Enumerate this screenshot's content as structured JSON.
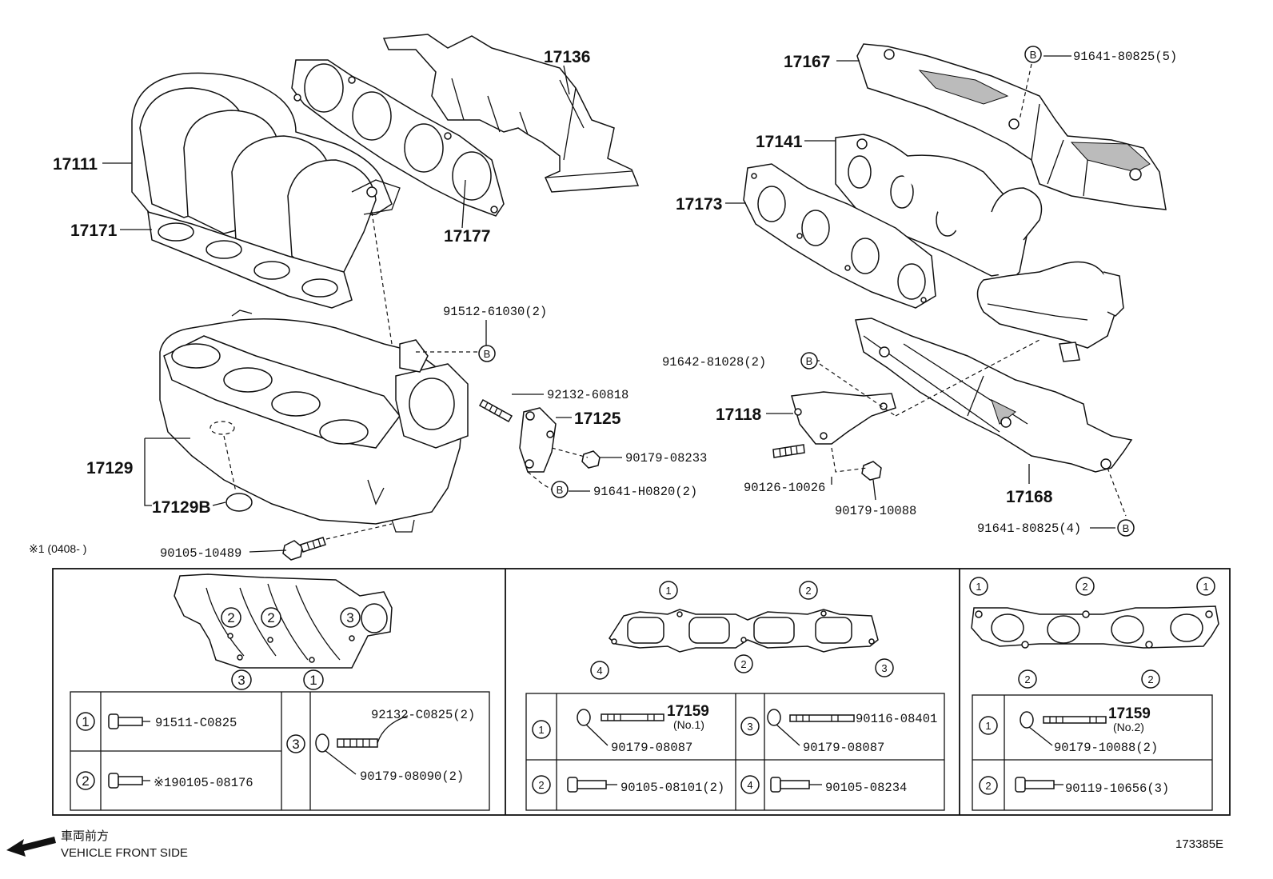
{
  "callouts": {
    "p17136": "17136",
    "p17111": "17111",
    "p17171": "17171",
    "p17177": "17177",
    "p17129": "17129",
    "p17129B": "17129B",
    "p17125": "17125",
    "p17167": "17167",
    "p17141": "17141",
    "p17173": "17173",
    "p17118": "17118",
    "p17168": "17168",
    "n91512": "91512-61030(2)",
    "n92132": "92132-60818",
    "n90179_08233": "90179-08233",
    "n91641_H0820": "91641-H0820(2)",
    "n90105_10489": "90105-10489",
    "n91641_80825_5": "91641-80825(5)",
    "n91642": "91642-81028(2)",
    "n90126": "90126-10026",
    "n90179_10088": "90179-10088",
    "n91641_80825_4": "91641-80825(4)",
    "note_x1": "※1 (0408-    )",
    "b": "B"
  },
  "box1": {
    "labels": [
      "2",
      "2",
      "3",
      "3",
      "1"
    ],
    "rows": [
      {
        "idx": "1",
        "part": "91511-C0825"
      },
      {
        "idx": "2",
        "part": "※190105-08176"
      },
      {
        "idx": "3",
        "stud": "92132-C0825(2)",
        "nut": "90179-08090(2)"
      }
    ]
  },
  "box2": {
    "labels": [
      "1",
      "2",
      "4",
      "2",
      "3"
    ],
    "rows": [
      {
        "idx": "1",
        "stud": "17159",
        "sub": "(No.1)",
        "nut": "90179-08087"
      },
      {
        "idx": "3",
        "stud": "90116-08401",
        "nut": "90179-08087"
      },
      {
        "idx": "2",
        "part": "90105-08101(2)"
      },
      {
        "idx": "4",
        "part": "90105-08234"
      }
    ]
  },
  "box3": {
    "labels": [
      "1",
      "2",
      "1",
      "2",
      "2"
    ],
    "rows": [
      {
        "idx": "1",
        "stud": "17159",
        "sub": "(No.2)",
        "nut": "90179-10088(2)"
      },
      {
        "idx": "2",
        "part": "90119-10656(3)"
      }
    ]
  },
  "footer": {
    "jp": "車両前方",
    "en": "VEHICLE FRONT SIDE",
    "code": "173385E"
  }
}
